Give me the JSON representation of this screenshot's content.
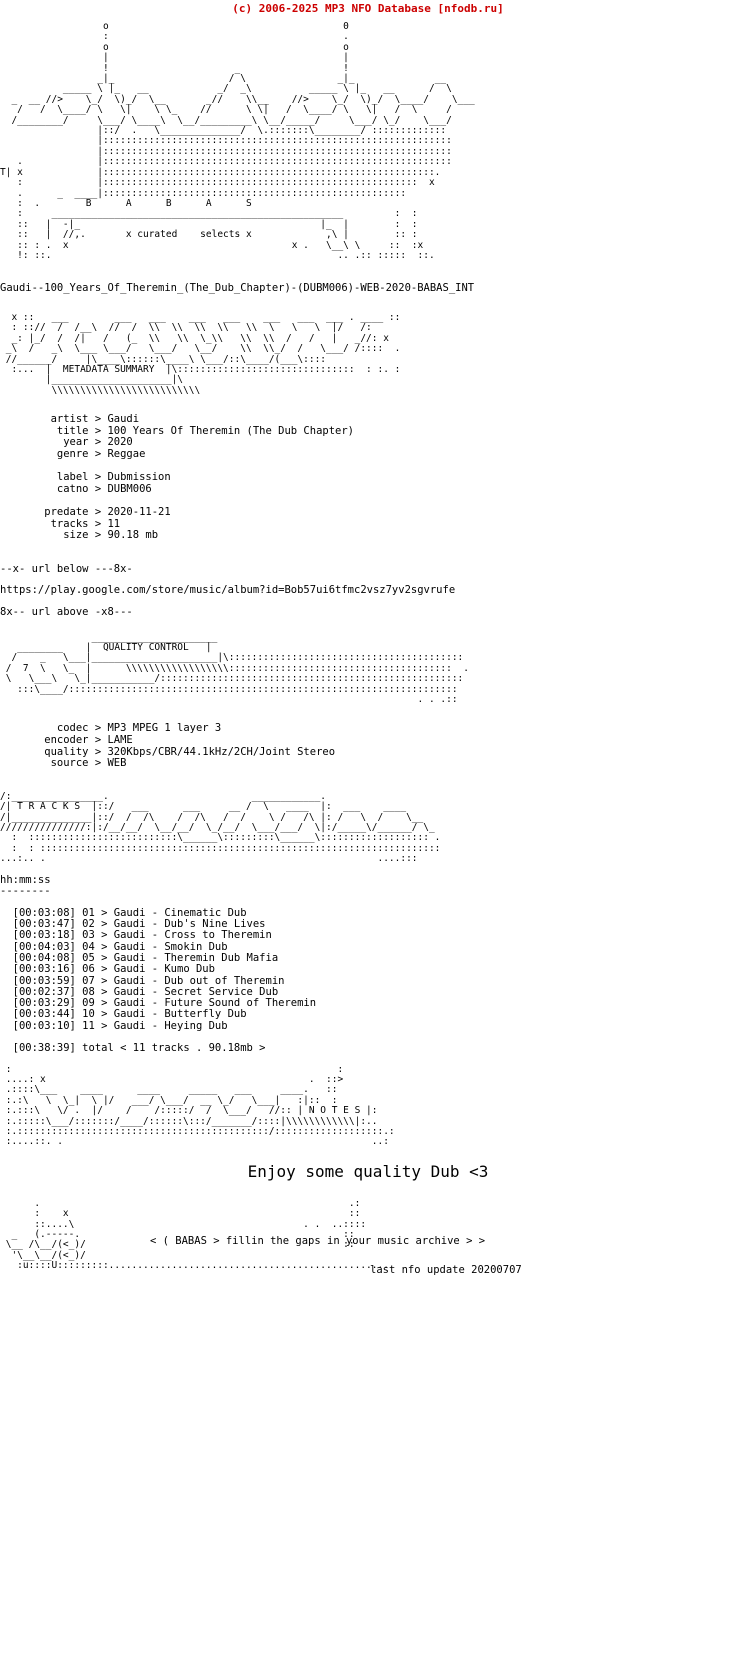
{
  "page": {
    "kind": "nfo-text-file",
    "background_color": "#ffffff",
    "text_color": "#000000",
    "accent_color": "#cc0000"
  },
  "site_header": {
    "text": "(c) 2006-2025 MP3 NFO Database [nfodb.ru]",
    "color": "#cc0000"
  },
  "banner": {
    "label_left": "B  A  B  A  S",
    "tagline": "x curated   selects x",
    "ascii": "                  o                                         0\n                  :                                         .\n                  o                                         o\n                  |                                         |\n                  !                      _                  !\n                 _|_                    / \\                _|_              __\n           _____ \\ |_   __            _/  _\\          _____ \\ |_   __      /  \\\n  _  __ //>    \\_/  \\)_/  \\__       _//    \\\\__    //>    \\_/  \\)_/  \\____/    \\___\n   /   /  \\____/ \\   \\|    \\ \\_    //      \\ \\|   /  \\____/ \\   \\|   /  \\     /\n  /________/     \\___/ \\____\\  \\__/_________\\ \\__/_____/     \\___/ \\_/    \\___/\n                 |::/  .   \\______________/  \\.:::::::\\________/ :::::::::::::\n                 |:::::::::::::::::::::::::::::::::::::::::::::::::::::::::::::\n                 |:::::::::::::::::::::::::::::::::::::::::::::::::::::::::::::\n   .             |:::::::::::::::::::::::::::::::::::::::::::::::::::::::::::::\nT| x             |::::::::::::::::::::::::::::::::::::::::::::::::::::::::::.\n   :             |:::::::::::::::::::::::::::::::::::::::::::::::::::::::  x\n   .      _  ____|:::::::::::::::::::::::::::::::::::::::::::::::::::::\n   :  .        B      A      B      A      S\n   :     ___________________________________________________         :  :\n   ::   |  -|_                                          |_  |        :  :\n   ::   |  //,.       x curated    selects x             ,\\ |        :: :\n   :: : .  x                                       x .   \\__\\ \\     ::  :x\n   !: ::.                                                  .. .:: :::::  ::."
  },
  "release": {
    "name": "Gaudi--100_Years_Of_Theremin_(The_Dub_Chapter)-(DUBM006)-WEB-2020-BABAS_INT"
  },
  "metadata_section": {
    "title": "METADATA SUMMARY",
    "ascii": "  x ::   ___        ___   ___    ___   ___    ___   ___  ___ . ____ ::\n  : :://  /  /__\\  //  /  \\\\  \\\\  \\\\  \\\\   \\\\  \\   \\   \\  |/   /:\n  _: |_/  /  /|   /   (_  \\\\   \\\\  \\_\\\\   \\\\  \\\\  /   /   |   _//: x\n _\\  /   _\\  \\___ \\___/   \\___/   \\__/    \\\\  \\\\_/  /   \\___/ /::::  .\n //______/     |\\____\\::::::\\____\\ \\___/::\\____/(___\\::::\n  :...  |  METADATA SUMMARY  |\\:::::::::::::::::::::::::::::::  : :. :\n        |_____________________|\\\n         \\\\\\\\\\\\\\\\\\\\\\\\\\\\\\\\\\\\\\\\\\\\\\\\\\\\",
    "fields": [
      {
        "key": "artist",
        "value": "Gaudi"
      },
      {
        "key": "title",
        "value": "100 Years Of Theremin (The Dub Chapter)"
      },
      {
        "key": "year",
        "value": "2020"
      },
      {
        "key": "genre",
        "value": "Reggae"
      },
      {
        "key": "label",
        "value": "Dubmission"
      },
      {
        "key": "catno",
        "value": "DUBM006"
      },
      {
        "key": "predate",
        "value": "2020-11-21"
      },
      {
        "key": "tracks",
        "value": "11"
      },
      {
        "key": "size",
        "value": "90.18 mb"
      }
    ],
    "rendered": "        artist > Gaudi\n         title > 100 Years Of Theremin (The Dub Chapter)\n          year > 2020\n         genre > Reggae\n\n         label > Dubmission\n         catno > DUBM006\n\n       predate > 2020-11-21\n        tracks > 11\n          size > 90.18 mb"
  },
  "url_section": {
    "marker_above": "--x- url below ---8x-",
    "url": "https://play.google.com/store/music/album?id=Bob57ui6tfmc2vsz7yv2sgvrufe",
    "marker_below": "8x-- url above -x8---"
  },
  "quality_section": {
    "title": "QUALITY CONTROL",
    "ascii": "                ______________________\n   ________    |  QUALITY CONTROL   |\n  /    _   \\___|______________________|\\:::::::::::::::::::::::::::::::::::::::::\n /  7  \\   \\_  |      \\\\\\\\\\\\\\\\\\\\\\\\\\\\\\\\\\\\:::::::::::::::::::::::::::::::::::::::  .\n \\   \\___\\   \\_|___________/:::::::::::::::::::::::::::::::::::::::::::::::::::::\n   :::\\____/::::::::::::::::::::::::::::::::::::::::::::::::::::::::::::::::::::\n                                                                         . . .::",
    "fields": [
      {
        "key": "codec",
        "value": "MP3 MPEG 1 layer 3"
      },
      {
        "key": "encoder",
        "value": "LAME"
      },
      {
        "key": "quality",
        "value": "320Kbps/CBR/44.1kHz/2CH/Joint Stereo"
      },
      {
        "key": "source",
        "value": "WEB"
      }
    ],
    "rendered": "         codec > MP3 MPEG 1 layer 3\n       encoder > LAME\n       quality > 320Kbps/CBR/44.1kHz/2CH/Joint Stereo\n        source > WEB"
  },
  "tracks_section": {
    "title": "T R A C K S",
    "ascii": "/:________________.                         ____________.\n/| T R A C K S  |::/   ___      ___     __ /  \\   ____  |:  ___    ____\n/|______________|::/  /  /\\    /  /\\   /  /    \\ /   /\\ |: /   \\  /    \\__\n///////////////:|:/__/__/  \\__/__/  \\_/__/  \\___/___/  \\|:/_____\\/______/ \\_\n  :  ::::::::::::::::::::::::::\\______\\:::::::::\\______\\::::::::::::::::::: .\n  :  : ::::::::::::::::::::::::::::::::::::::::::::::::::::::::::::::::::::::\n...:.. .                                                          ....:::",
    "time_header": "hh:mm:ss",
    "time_rule": "--------",
    "columns": [
      "duration",
      "no",
      "artist",
      "title"
    ],
    "items": [
      {
        "duration": "[00:03:08]",
        "no": "01",
        "artist": "Gaudi",
        "title": "Cinematic Dub"
      },
      {
        "duration": "[00:03:47]",
        "no": "02",
        "artist": "Gaudi",
        "title": "Dub's Nine Lives"
      },
      {
        "duration": "[00:03:18]",
        "no": "03",
        "artist": "Gaudi",
        "title": "Cross to Theremin"
      },
      {
        "duration": "[00:04:03]",
        "no": "04",
        "artist": "Gaudi",
        "title": "Smokin Dub"
      },
      {
        "duration": "[00:04:08]",
        "no": "05",
        "artist": "Gaudi",
        "title": "Theremin Dub Mafia"
      },
      {
        "duration": "[00:03:16]",
        "no": "06",
        "artist": "Gaudi",
        "title": "Kumo Dub"
      },
      {
        "duration": "[00:03:59]",
        "no": "07",
        "artist": "Gaudi",
        "title": "Dub out of Theremin"
      },
      {
        "duration": "[00:02:37]",
        "no": "08",
        "artist": "Gaudi",
        "title": "Secret Service Dub"
      },
      {
        "duration": "[00:03:29]",
        "no": "09",
        "artist": "Gaudi",
        "title": "Future Sound of Theremin"
      },
      {
        "duration": "[00:03:44]",
        "no": "10",
        "artist": "Gaudi",
        "title": "Butterfly Dub"
      },
      {
        "duration": "[00:03:10]",
        "no": "11",
        "artist": "Gaudi",
        "title": "Heying Dub"
      }
    ],
    "total_line": "[00:38:39] total < 11 tracks . 90.18mb >",
    "total": {
      "duration": "[00:38:39]",
      "count": "11",
      "size": "90.18mb"
    },
    "rendered": "  [00:03:08] 01 > Gaudi - Cinematic Dub\n  [00:03:47] 02 > Gaudi - Dub's Nine Lives\n  [00:03:18] 03 > Gaudi - Cross to Theremin\n  [00:04:03] 04 > Gaudi - Smokin Dub\n  [00:04:08] 05 > Gaudi - Theremin Dub Mafia\n  [00:03:16] 06 > Gaudi - Kumo Dub\n  [00:03:59] 07 > Gaudi - Dub out of Theremin\n  [00:02:37] 08 > Gaudi - Secret Service Dub\n  [00:03:29] 09 > Gaudi - Future Sound of Theremin\n  [00:03:44] 10 > Gaudi - Butterfly Dub\n  [00:03:10] 11 > Gaudi - Heying Dub\n\n  [00:38:39] total < 11 tracks . 90.18mb >"
  },
  "notes_section": {
    "title": "N O T E S",
    "ascii": " :                                                         :\n ....: x                                              .  ::>\n .::::\\___    ____      ____     _____   ___     ____.   ::\n :.:\\   \\  \\_|  \\ |/   ___/ \\___/  __ \\_/   \\___|   :|::  :\n :.:::\\   \\/ .  |/    /    /:::::/  /  \\___/   //:: | N O T E S |:\n :.:::::\\___/:::::::/____/::::::\\:::/_______/::::|\\\\\\\\\\\\\\\\\\\\\\\\|:..\n :.::::::::::::::::::::::::::::::::::::::::::::/:::::::::::::::::::.:\n :....::. .                                                      ..:",
    "text": "Enjoy some quality Dub <3"
  },
  "footer": {
    "ascii": "      .                                                      .:\n      :    x                                                 ::\n      ::....\\                                        . .  ..::::\n  _   (.-----.                                              ::\n \\__ /\\__/(<_)/                                             ::\n  '\\__\\__/(<_)/\n   :u::::U:::::::::.................................................",
    "signature": "< ( BABAS > fillin the gaps in your music archive > >",
    "last_update_label": "last nfo update",
    "last_update_value": "20200707",
    "last_update_line": "last nfo update 20200707"
  }
}
